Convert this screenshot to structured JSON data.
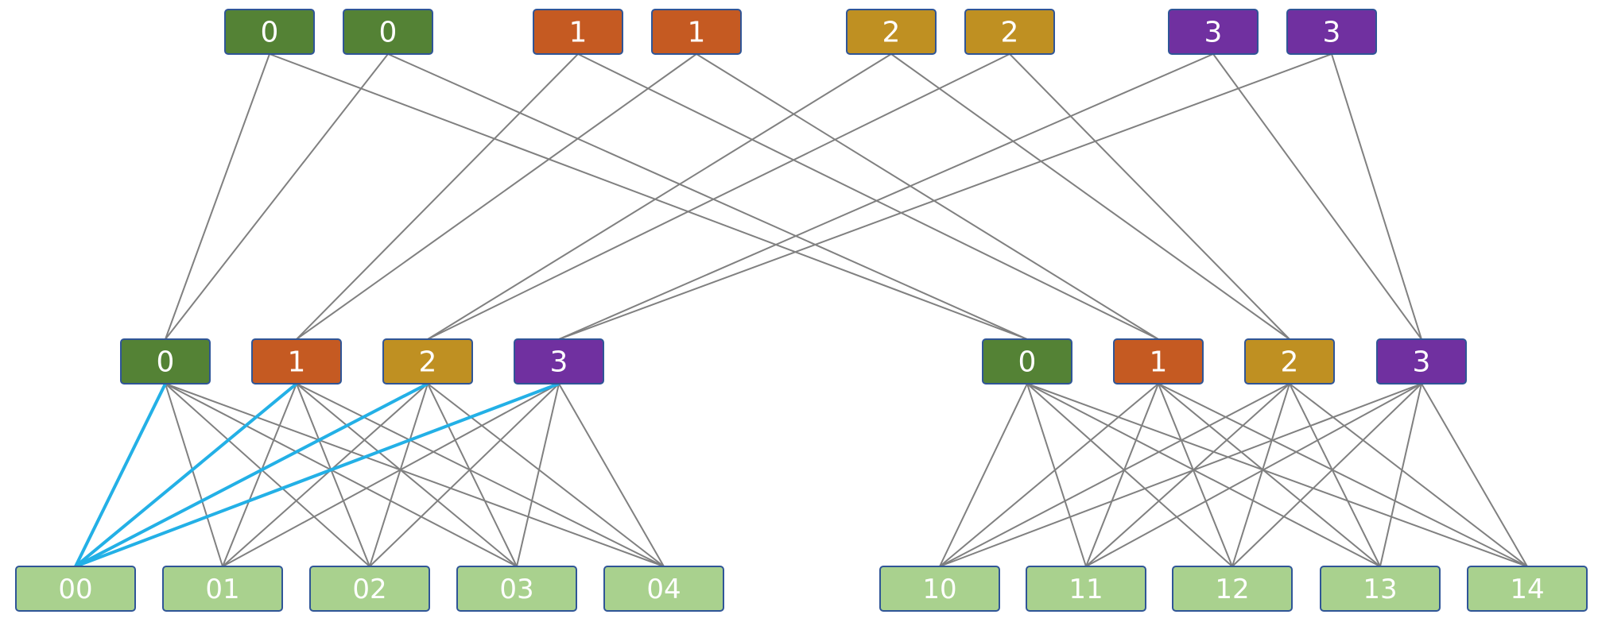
{
  "colors": {
    "green": "#548235",
    "orange": "#C55A22",
    "gold": "#BF9022",
    "purple": "#7030A0",
    "leaf": "#A9D18E",
    "link": "#808080",
    "highlight": "#23B0E6",
    "border": "#2F5597"
  },
  "spines": [
    {
      "id": "s0a",
      "label": "0",
      "color": "green"
    },
    {
      "id": "s0b",
      "label": "0",
      "color": "green"
    },
    {
      "id": "s1a",
      "label": "1",
      "color": "orange"
    },
    {
      "id": "s1b",
      "label": "1",
      "color": "orange"
    },
    {
      "id": "s2a",
      "label": "2",
      "color": "gold"
    },
    {
      "id": "s2b",
      "label": "2",
      "color": "gold"
    },
    {
      "id": "s3a",
      "label": "3",
      "color": "purple"
    },
    {
      "id": "s3b",
      "label": "3",
      "color": "purple"
    }
  ],
  "aggregation": [
    {
      "id": "a0L",
      "label": "0",
      "color": "green"
    },
    {
      "id": "a1L",
      "label": "1",
      "color": "orange"
    },
    {
      "id": "a2L",
      "label": "2",
      "color": "gold"
    },
    {
      "id": "a3L",
      "label": "3",
      "color": "purple"
    },
    {
      "id": "a0R",
      "label": "0",
      "color": "green"
    },
    {
      "id": "a1R",
      "label": "1",
      "color": "orange"
    },
    {
      "id": "a2R",
      "label": "2",
      "color": "gold"
    },
    {
      "id": "a3R",
      "label": "3",
      "color": "purple"
    }
  ],
  "leaves": [
    {
      "id": "l00",
      "label": "00"
    },
    {
      "id": "l01",
      "label": "01"
    },
    {
      "id": "l02",
      "label": "02"
    },
    {
      "id": "l03",
      "label": "03"
    },
    {
      "id": "l04",
      "label": "04"
    },
    {
      "id": "l10",
      "label": "10"
    },
    {
      "id": "l11",
      "label": "11"
    },
    {
      "id": "l12",
      "label": "12"
    },
    {
      "id": "l13",
      "label": "13"
    },
    {
      "id": "l14",
      "label": "14"
    }
  ],
  "spine_links": [
    [
      "s0a",
      "a0L"
    ],
    [
      "s0b",
      "a0L"
    ],
    [
      "s0a",
      "a0R"
    ],
    [
      "s0b",
      "a0R"
    ],
    [
      "s1a",
      "a1L"
    ],
    [
      "s1b",
      "a1L"
    ],
    [
      "s1a",
      "a1R"
    ],
    [
      "s1b",
      "a1R"
    ],
    [
      "s2a",
      "a2L"
    ],
    [
      "s2b",
      "a2L"
    ],
    [
      "s2a",
      "a2R"
    ],
    [
      "s2b",
      "a2R"
    ],
    [
      "s3a",
      "a3L"
    ],
    [
      "s3b",
      "a3L"
    ],
    [
      "s3a",
      "a3R"
    ],
    [
      "s3b",
      "a3R"
    ]
  ],
  "pods": [
    {
      "aggs": [
        "a0L",
        "a1L",
        "a2L",
        "a3L"
      ],
      "leaves": [
        "l00",
        "l01",
        "l02",
        "l03",
        "l04"
      ]
    },
    {
      "aggs": [
        "a0R",
        "a1R",
        "a2R",
        "a3R"
      ],
      "leaves": [
        "l10",
        "l11",
        "l12",
        "l13",
        "l14"
      ]
    }
  ],
  "highlight_links": [
    [
      "a0L",
      "l00"
    ],
    [
      "a1L",
      "l00"
    ],
    [
      "a2L",
      "l00"
    ],
    [
      "a3L",
      "l00"
    ]
  ]
}
